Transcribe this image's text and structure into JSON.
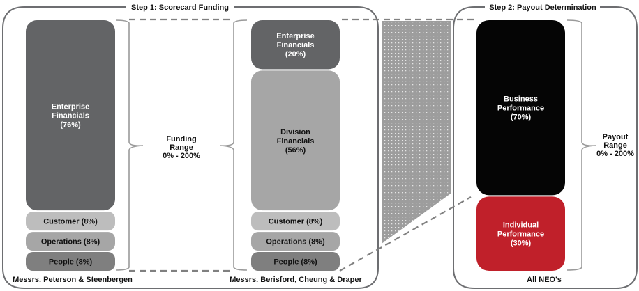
{
  "step1": {
    "title": "Step 1: Scorecard Funding",
    "left_column": {
      "caption": "Messrs. Peterson & Steenbergen",
      "segments": [
        {
          "lines": [
            "Enterprise",
            "Financials",
            "(76%)"
          ],
          "weight_pct": 76,
          "color": "#636466"
        },
        {
          "lines": [
            "Customer (8%)"
          ],
          "weight_pct": 8,
          "color": "#bdbdbd"
        },
        {
          "lines": [
            "Operations (8%)"
          ],
          "weight_pct": 8,
          "color": "#a6a6a6"
        },
        {
          "lines": [
            "People (8%)"
          ],
          "weight_pct": 8,
          "color": "#7f7f7f"
        }
      ]
    },
    "range_label": [
      "Funding",
      "Range",
      "0% - 200%"
    ],
    "right_column": {
      "caption": "Messrs. Berisford, Cheung & Draper",
      "segments": [
        {
          "lines": [
            "Enterprise",
            "Financials",
            "(20%)"
          ],
          "weight_pct": 20,
          "color": "#636466"
        },
        {
          "lines": [
            "Division",
            "Financials",
            "(56%)"
          ],
          "weight_pct": 56,
          "color": "#a6a6a6"
        },
        {
          "lines": [
            "Customer (8%)"
          ],
          "weight_pct": 8,
          "color": "#bdbdbd"
        },
        {
          "lines": [
            "Operations (8%)"
          ],
          "weight_pct": 8,
          "color": "#a6a6a6"
        },
        {
          "lines": [
            "People (8%)"
          ],
          "weight_pct": 8,
          "color": "#7f7f7f"
        }
      ]
    }
  },
  "step2": {
    "title": "Step 2: Payout Determination",
    "caption": "All NEO's",
    "segments": [
      {
        "lines": [
          "Business",
          "Performance",
          "(70%)"
        ],
        "weight_pct": 70,
        "color": "#050505"
      },
      {
        "lines": [
          "Individual",
          "Performance",
          "(30%)"
        ],
        "weight_pct": 30,
        "color": "#c0202a"
      }
    ],
    "range_label": [
      "Payout",
      "Range",
      "0% - 200%"
    ]
  },
  "colors": {
    "frame": "#6d6e71",
    "connector": "#808080",
    "pattern_fill": "#9d9d9d"
  }
}
